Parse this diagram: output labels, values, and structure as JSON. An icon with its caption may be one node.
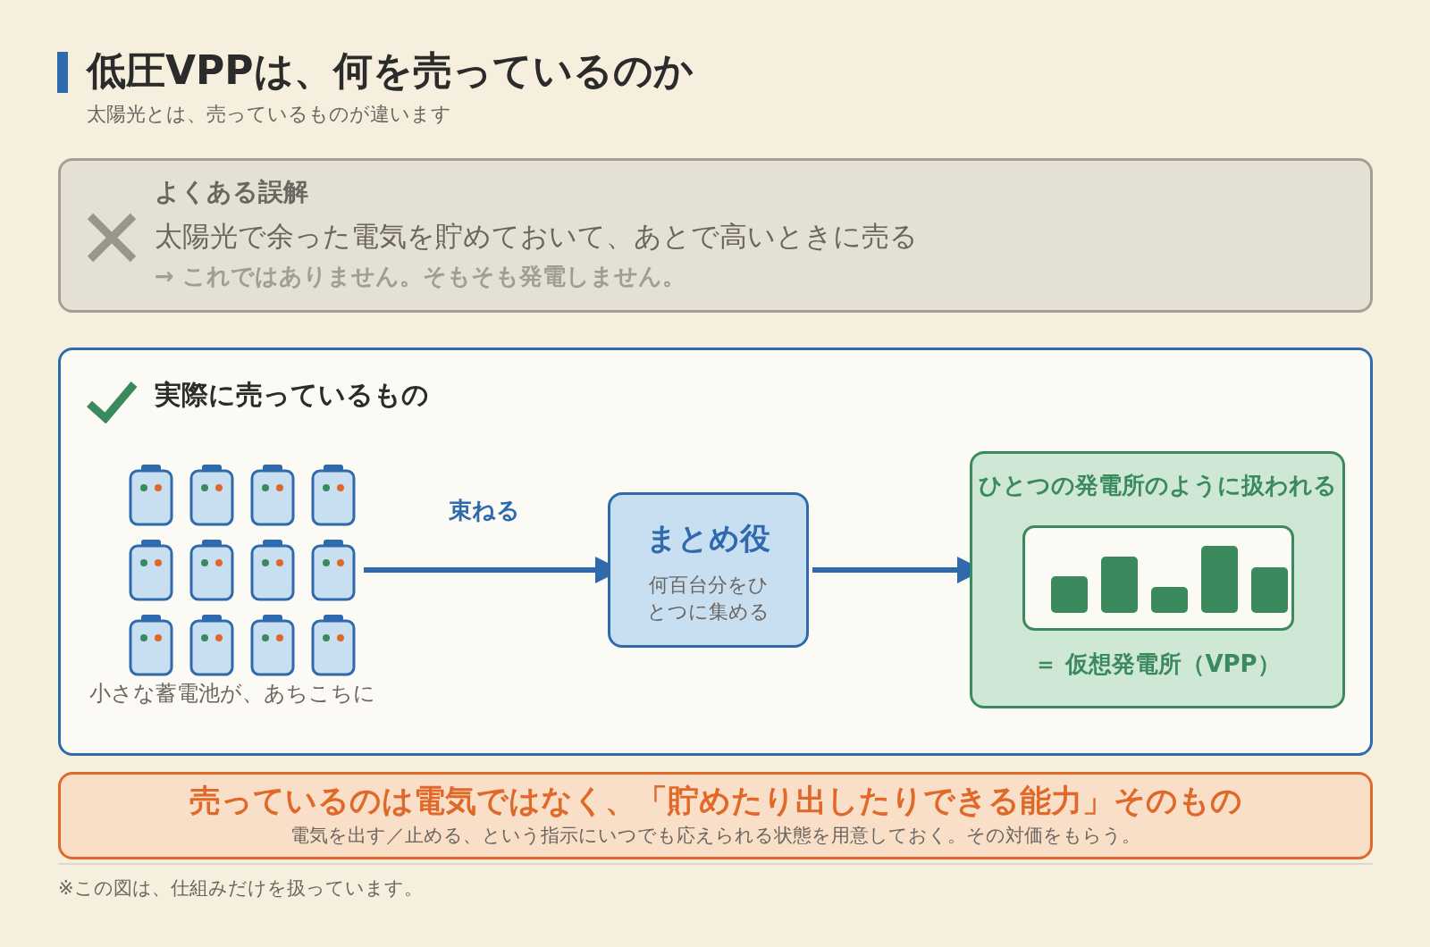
{
  "diagram": {
    "title": "低圧VPPは、何を売っているのか",
    "nodes": [
      {
        "text": [
          "よくある誤解",
          "太陽光で余った電気を貯めておいて、あとで高いときに売る",
          "→ これではありません。そもそも発電しません。"
        ]
      },
      {
        "text": [
          "実際に売っているもの"
        ]
      },
      {
        "text": [],
        "shape": "battery",
        "in": 1,
        "beside": [
          "小さな蓄電池が、あちこちに"
        ]
      },
      {
        "text": [
          "まとめ役",
          "何百台分をひとつに集める"
        ],
        "in": 1
      },
      {
        "text": [
          "ひとつの発電所のように扱われる",
          "＝ 仮想発電所（VPP）"
        ],
        "in": 1
      },
      {
        "text": [
          "売っているのは電気ではなく、「貯めたり出したりできる能力」そのもの",
          "電気を出す／止める、という指示にいつでも応えられる状態を用意しておく。その対価をもらう。"
        ]
      }
    ],
    "edges": [
      {
        "from": 2,
        "to": 3,
        "arrow": "to",
        "label": "束ねる"
      },
      {
        "from": 3,
        "to": 4,
        "arrow": "to"
      }
    ],
    "labels": [
      "太陽光とは、売っているものが違います",
      "※この図は、仕組みだけを扱っています。"
    ]
  }
}
